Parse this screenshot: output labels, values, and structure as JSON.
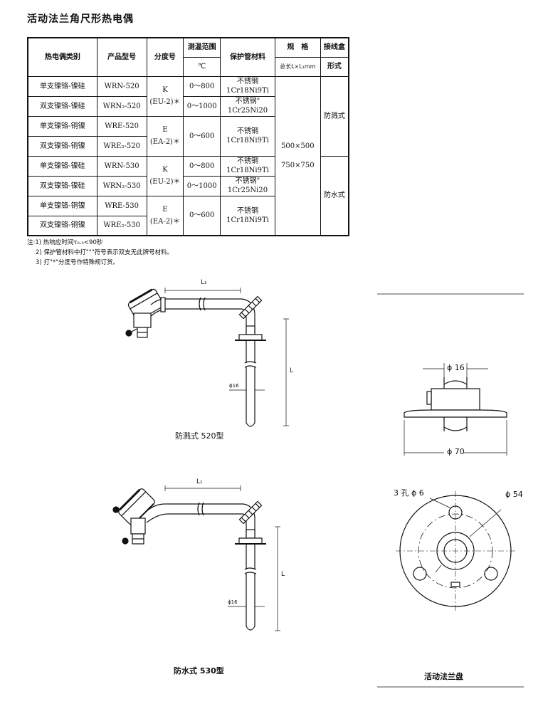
{
  "title": "活动法兰角尺形热电偶",
  "table": {
    "headers": {
      "type": "热电偶类别",
      "model": "产品型号",
      "graduation": "分度号",
      "range": "测温范围",
      "range_unit": "℃",
      "material": "保护管材料",
      "spec": "规　格",
      "spec_sub": "总长L×L₁mm",
      "box": "接线盒",
      "box_sub": "形式"
    },
    "rows": [
      {
        "type": "单支镍铬-镍硅",
        "model": "WRN-520"
      },
      {
        "type": "双支镍铬-镍硅",
        "model": "WRN₂-520"
      },
      {
        "type": "单支镍铬-铜镍",
        "model": "WRE-520"
      },
      {
        "type": "双支镍铬-铜镍",
        "model": "WRE₂-520"
      },
      {
        "type": "单支镍铬-镍硅",
        "model": "WRN-530"
      },
      {
        "type": "双支镍铬-镍硅",
        "model": "WRN₂-530"
      },
      {
        "type": "单支镍铬-铜镍",
        "model": "WRE-530"
      },
      {
        "type": "双支镍铬-铜镍",
        "model": "WRE₂-530"
      }
    ],
    "grad_k_1": "K",
    "grad_k_2": "(EU-2)＊",
    "grad_e_1": "E",
    "grad_e_2": "(EA-2)＊",
    "range_800": "0～800",
    "range_1000": "0～1000",
    "range_600": "0～600",
    "mat_ss": "不锈钢",
    "mat_ss_q": "不锈钢\"",
    "mat_1": "1Cr18Ni9Ti",
    "mat_2": "1Cr25Ni20",
    "spec_1": "500×500",
    "spec_2": "750×750",
    "box_1": "防溅式",
    "box_2": "防水式"
  },
  "notes": [
    "注:1) 热响应时间τ₀.₅<90秒",
    "2) 保护管材料中打\"\"\"符号表示双支无此牌号材料。",
    "3) 打\"*\"分度号作特殊规订货。"
  ],
  "drawings": {
    "caption_520": "防溅式 520型",
    "caption_530": "防水式 530型",
    "caption_flange": "活动法兰盘",
    "label_L1": "L₁",
    "label_L": "L",
    "label_d16": "ϕ16",
    "label_phi16": "ϕ 16",
    "label_phi70": "ϕ 70",
    "label_holes": "3 孔 ϕ 6",
    "label_phi54": "ϕ 54"
  }
}
